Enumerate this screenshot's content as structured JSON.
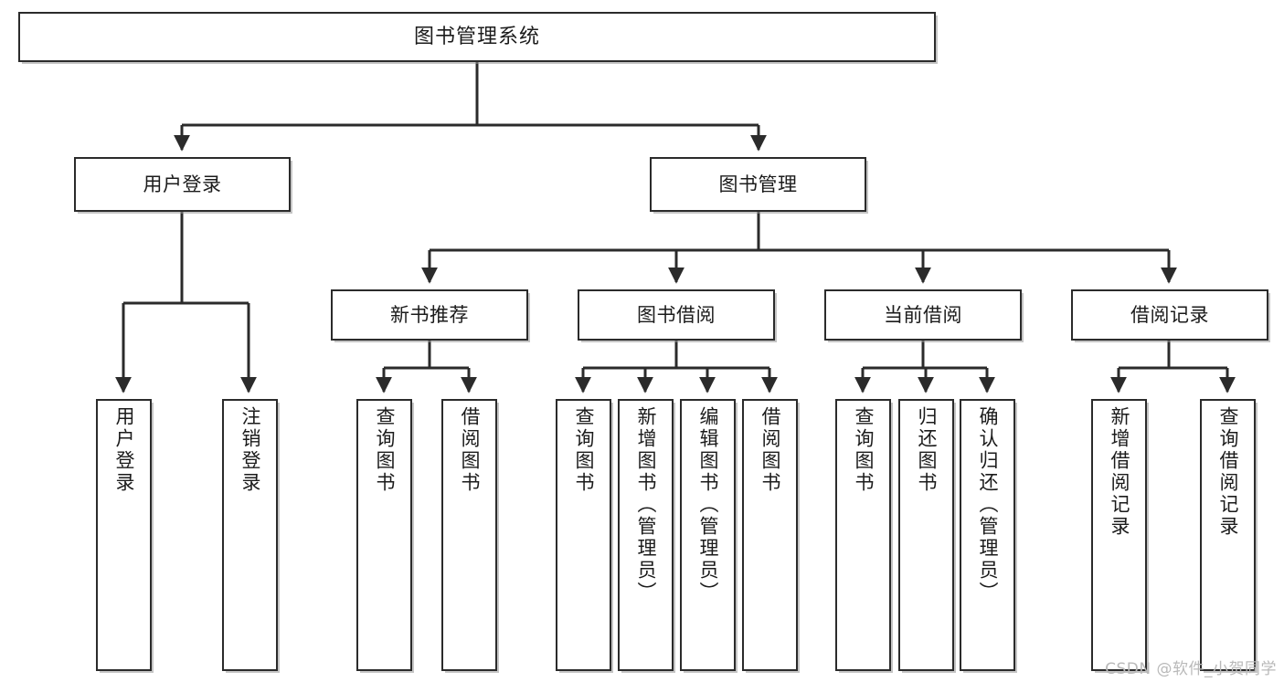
{
  "diagram": {
    "title": "图书管理系统",
    "type": "tree-hierarchy",
    "watermark": "CSDN @软件_小贺同学",
    "colors": {
      "box_border": "#2b2b2b",
      "box_fill": "#ffffff",
      "edge": "#2b2b2b",
      "text": "#1b1b1b",
      "watermark": "#b9b9b9",
      "background": "#ffffff"
    }
  },
  "nodes": {
    "root": {
      "label": "图书管理系统"
    },
    "level2": [
      {
        "label": "用户登录"
      },
      {
        "label": "图书管理"
      }
    ],
    "level3": [
      {
        "label": "新书推荐"
      },
      {
        "label": "图书借阅"
      },
      {
        "label": "当前借阅"
      },
      {
        "label": "借阅记录"
      }
    ],
    "leaves": {
      "user_login": [
        {
          "label": "用户登录"
        },
        {
          "label": "注销登录"
        }
      ],
      "new_book_recommend": [
        {
          "label": "查询图书"
        },
        {
          "label": "借阅图书"
        }
      ],
      "book_borrow": [
        {
          "label": "查询图书"
        },
        {
          "label": "新增图书（管理员）"
        },
        {
          "label": "编辑图书（管理员）"
        },
        {
          "label": "借阅图书"
        }
      ],
      "current_borrow": [
        {
          "label": "查询图书"
        },
        {
          "label": "归还图书"
        },
        {
          "label": "确认归还（管理员）"
        }
      ],
      "borrow_record": [
        {
          "label": "新增借阅记录"
        },
        {
          "label": "查询借阅记录"
        }
      ]
    }
  },
  "tree": {
    "name": "图书管理系统",
    "children": [
      {
        "name": "用户登录",
        "children": [
          {
            "name": "用户登录"
          },
          {
            "name": "注销登录"
          }
        ]
      },
      {
        "name": "图书管理",
        "children": [
          {
            "name": "新书推荐",
            "children": [
              {
                "name": "查询图书"
              },
              {
                "name": "借阅图书"
              }
            ]
          },
          {
            "name": "图书借阅",
            "children": [
              {
                "name": "查询图书"
              },
              {
                "name": "新增图书（管理员）"
              },
              {
                "name": "编辑图书（管理员）"
              },
              {
                "name": "借阅图书"
              }
            ]
          },
          {
            "name": "当前借阅",
            "children": [
              {
                "name": "查询图书"
              },
              {
                "name": "归还图书"
              },
              {
                "name": "确认归还（管理员）"
              }
            ]
          },
          {
            "name": "借阅记录",
            "children": [
              {
                "name": "新增借阅记录"
              },
              {
                "name": "查询借阅记录"
              }
            ]
          }
        ]
      }
    ]
  }
}
